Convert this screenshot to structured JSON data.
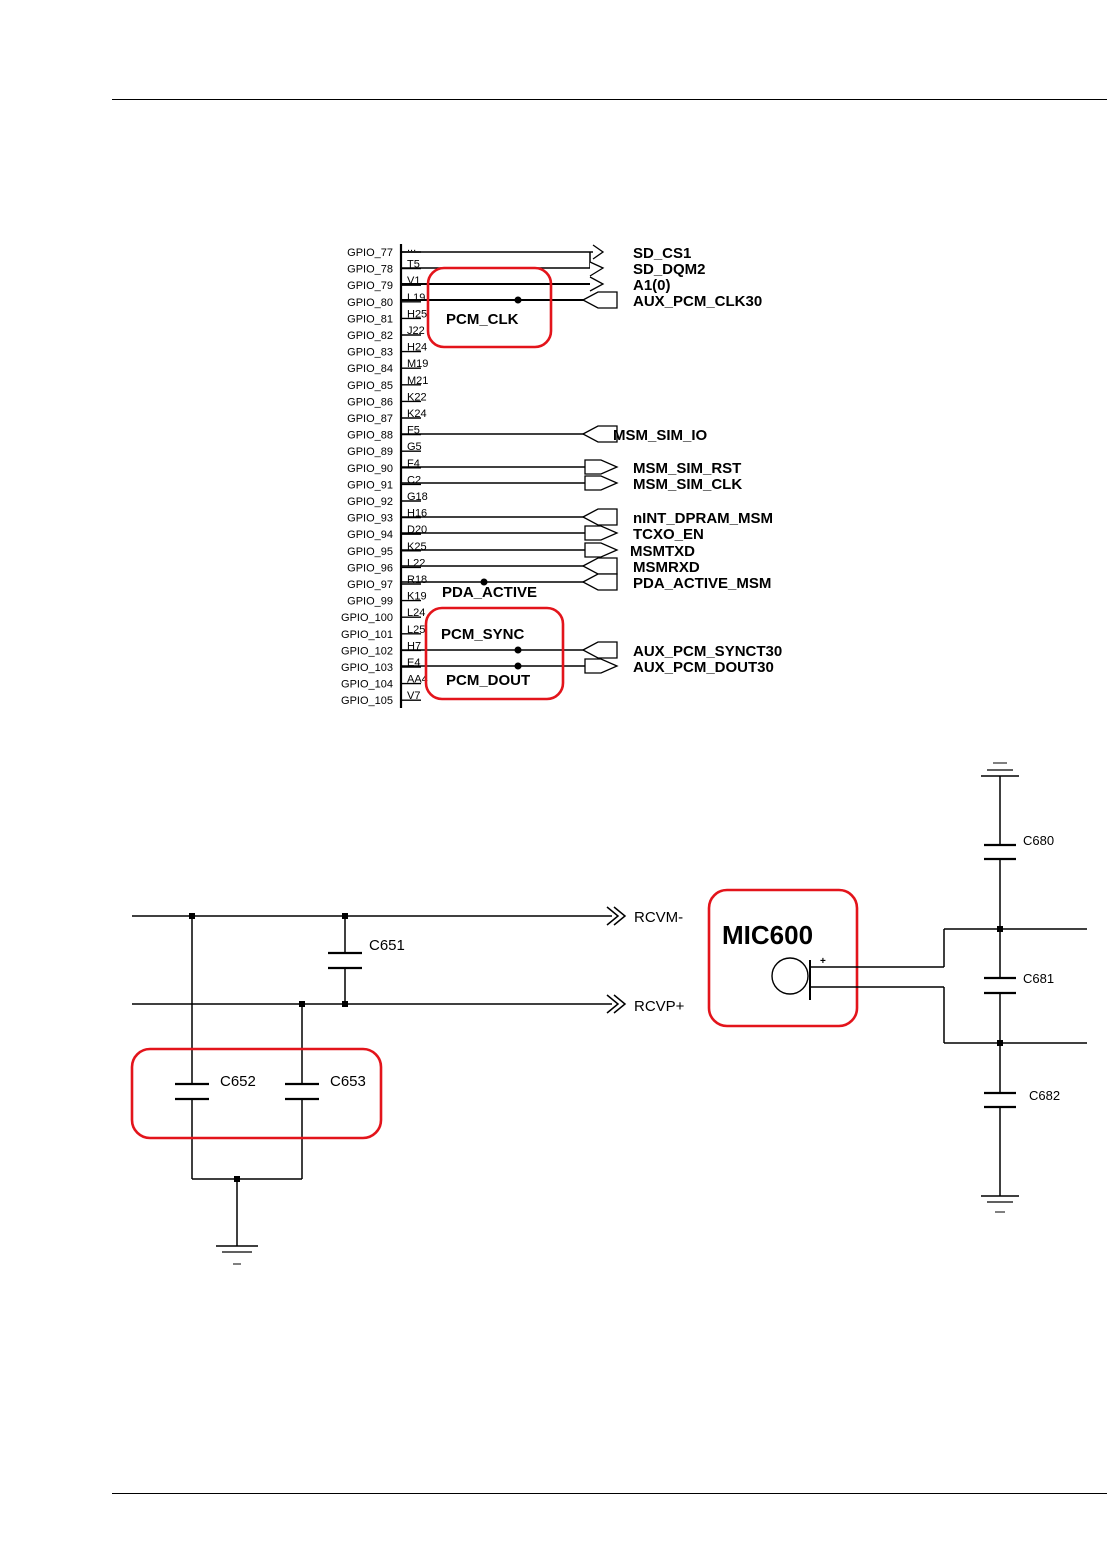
{
  "gpio_rows": [
    {
      "gpio": "GPIO_77",
      "pin": "..."
    },
    {
      "gpio": "GPIO_78",
      "pin": "T5"
    },
    {
      "gpio": "GPIO_79",
      "pin": "V1"
    },
    {
      "gpio": "GPIO_80",
      "pin": "L19"
    },
    {
      "gpio": "GPIO_81",
      "pin": "H25"
    },
    {
      "gpio": "GPIO_82",
      "pin": "J22"
    },
    {
      "gpio": "GPIO_83",
      "pin": "H24"
    },
    {
      "gpio": "GPIO_84",
      "pin": "M19"
    },
    {
      "gpio": "GPIO_85",
      "pin": "M21"
    },
    {
      "gpio": "GPIO_86",
      "pin": "K22"
    },
    {
      "gpio": "GPIO_87",
      "pin": "K24"
    },
    {
      "gpio": "GPIO_88",
      "pin": "F5"
    },
    {
      "gpio": "GPIO_89",
      "pin": "G5"
    },
    {
      "gpio": "GPIO_90",
      "pin": "F4"
    },
    {
      "gpio": "GPIO_91",
      "pin": "C2"
    },
    {
      "gpio": "GPIO_92",
      "pin": "G18"
    },
    {
      "gpio": "GPIO_93",
      "pin": "H16"
    },
    {
      "gpio": "GPIO_94",
      "pin": "D20"
    },
    {
      "gpio": "GPIO_95",
      "pin": "K25"
    },
    {
      "gpio": "GPIO_96",
      "pin": "L22"
    },
    {
      "gpio": "GPIO_97",
      "pin": "R18"
    },
    {
      "gpio": "GPIO_99",
      "pin": "K19"
    },
    {
      "gpio": "GPIO_100",
      "pin": "L24"
    },
    {
      "gpio": "GPIO_101",
      "pin": "L25"
    },
    {
      "gpio": "GPIO_102",
      "pin": "H7"
    },
    {
      "gpio": "GPIO_103",
      "pin": "E4"
    },
    {
      "gpio": "GPIO_104",
      "pin": "AA4"
    },
    {
      "gpio": "GPIO_105",
      "pin": "V7"
    }
  ],
  "nets": {
    "sd_cs1": "SD_CS1",
    "sd_dqm2": "SD_DQM2",
    "a1": "A1(0)",
    "aux_pcm_clk30": "AUX_PCM_CLK30",
    "msm_sim_io": "MSM_SIM_IO",
    "msm_sim_rst": "MSM_SIM_RST",
    "msm_sim_clk": "MSM_SIM_CLK",
    "nint_dpram_msm": "nINT_DPRAM_MSM",
    "tcxo_en": "TCXO_EN",
    "msmtxd": "MSMTXD",
    "msmrxd": "MSMRXD",
    "pda_active_msm": "PDA_ACTIVE_MSM",
    "pda_active": "PDA_ACTIVE",
    "aux_pcm_synct30": "AUX_PCM_SYNCT30",
    "aux_pcm_dout30": "AUX_PCM_DOUT30"
  },
  "highlights": {
    "pcm_clk": "PCM_CLK",
    "pcm_sync": "PCM_SYNC",
    "pcm_dout": "PCM_DOUT"
  },
  "receiver": {
    "rcvm": "RCVM-",
    "rcvp": "RCVP+",
    "c651": "C651",
    "c652": "C652",
    "c653": "C653"
  },
  "mic": {
    "title": "MIC600",
    "plus": "+",
    "c680": "C680",
    "c681": "C681",
    "c682": "C682"
  },
  "colors": {
    "highlight": "#e3141b",
    "ink": "#000000"
  }
}
